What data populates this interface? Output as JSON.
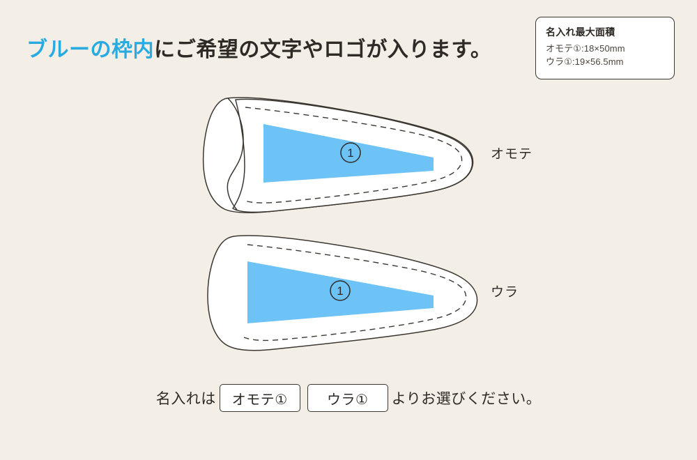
{
  "page": {
    "background_color": "#f3efe7",
    "ink_color": "#2e2a26"
  },
  "headline": {
    "highlight": "ブルーの枠内",
    "highlight_color": "#29abe2",
    "rest": "にご希望の文字やロゴが入ります。"
  },
  "info_box": {
    "title": "名入れ最大面積",
    "lines": [
      "オモテ①:18×50mm",
      "ウラ①:19×56.5mm"
    ]
  },
  "diagram": {
    "print_area_color": "#6dc3f6",
    "outline_color": "#3b3630",
    "fill_color": "#ffffff",
    "front": {
      "label": "オモテ",
      "marker": "1"
    },
    "back": {
      "label": "ウラ",
      "marker": "1"
    }
  },
  "chooser": {
    "prefix": "名入れは",
    "options": [
      "オモテ①",
      "ウラ①"
    ],
    "suffix": "よりお選びください。"
  }
}
